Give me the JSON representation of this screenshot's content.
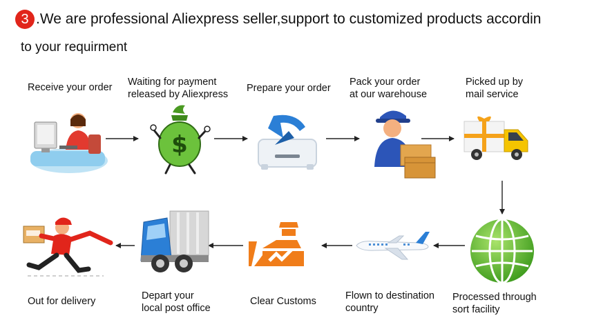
{
  "header": {
    "step_number": "3",
    "line1": ".We are professional Aliexpress seller,support to customized products accordin",
    "line2": "to your requirment"
  },
  "steps": [
    {
      "id": "receive-order",
      "lines": [
        "Receive your order"
      ],
      "icon": "customer-at-computer-icon"
    },
    {
      "id": "waiting-payment",
      "lines": [
        "Waiting for payment",
        "released by Aliexpress"
      ],
      "icon": "money-bag-icon"
    },
    {
      "id": "prepare-order",
      "lines": [
        "Prepare your order"
      ],
      "icon": "download-tray-icon"
    },
    {
      "id": "pack-order",
      "lines": [
        "Pack your order",
        "at our warehouse"
      ],
      "icon": "warehouse-worker-icon"
    },
    {
      "id": "picked-up",
      "lines": [
        "Picked up by",
        "mail service"
      ],
      "icon": "delivery-truck-gift-icon"
    },
    {
      "id": "processed",
      "lines": [
        "Processed through",
        "sort facility"
      ],
      "icon": "globe-icon"
    },
    {
      "id": "flown",
      "lines": [
        "Flown to destination",
        "country"
      ],
      "icon": "airplane-icon"
    },
    {
      "id": "clear-customs",
      "lines": [
        "Clear Customs"
      ],
      "icon": "customs-officer-icon"
    },
    {
      "id": "depart-post",
      "lines": [
        "Depart your",
        "local post office"
      ],
      "icon": "mail-truck-icon"
    },
    {
      "id": "out-delivery",
      "lines": [
        "Out for delivery"
      ],
      "icon": "running-courier-icon"
    }
  ],
  "colors": {
    "badge": "#e1251b",
    "arrow": "#222222",
    "money_green": "#5bb02c",
    "blue": "#2b7fd6",
    "orange": "#f07d1a",
    "yellow": "#f5c400"
  }
}
